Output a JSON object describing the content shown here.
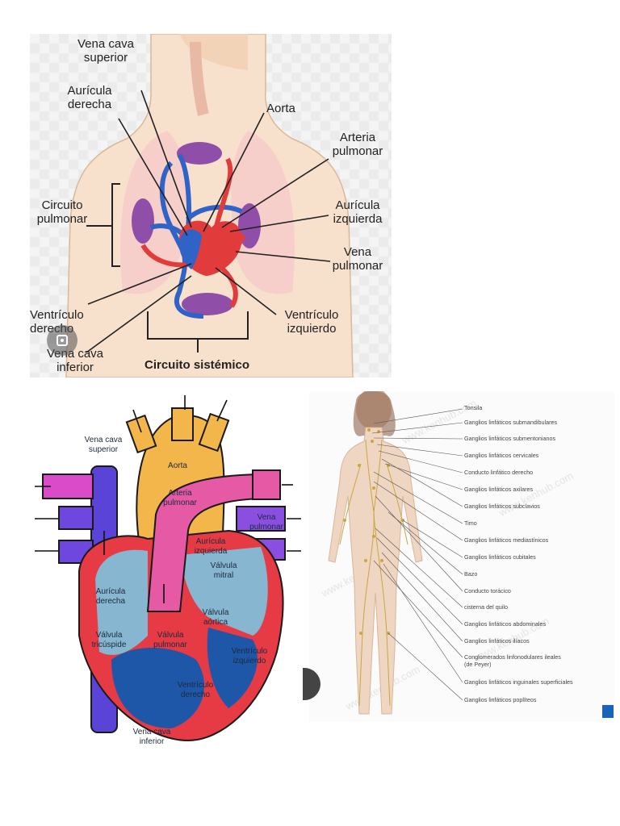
{
  "circulation": {
    "labels": {
      "vena_cava_superior": "Vena cava\nsuperior",
      "auricula_derecha": "Aurícula\nderecha",
      "aorta": "Aorta",
      "arteria_pulmonar": "Arteria\npulmonar",
      "circuito_pulmonar": "Circuito\npulmonar",
      "auricula_izquierda": "Aurícula\nizquierda",
      "vena_pulmonar": "Vena\npulmonar",
      "ventriculo_derecho": "Ventrículo\nderecho",
      "vena_cava_inferior": "Vena cava\ninferior",
      "ventriculo_izquierdo": "Ventrículo\nizquierdo",
      "circuito_sistemico": "Circuito sistémico"
    }
  },
  "heart": {
    "labels": {
      "vena_cava_superior": "Vena cava\nsuperior",
      "aorta": "Aorta",
      "arteria_pulmonar": "Arteria\npulmonar",
      "vena_pulmonar": "Vena\npulmonar",
      "auricula_izquierda": "Aurícula\nizquierda",
      "valvula_mitral": "Válvula\nmitral",
      "auricula_derecha": "Aurícula\nderecha",
      "valvula_aortica": "Válvula\naórtica",
      "valvula_tricuspide": "Válvula\ntricúspide",
      "valvula_pulmonar": "Válvula\npulmonar",
      "ventriculo_izquierdo": "Ventrículo\nizquierdo",
      "ventriculo_derecho": "Ventrículo\nderecho",
      "vena_cava_inferior": "Vena cava\ninferior"
    }
  },
  "lymphatic": {
    "labels": [
      "Tonsila",
      "Ganglios linfáticos submandibulares",
      "Ganglios linfáticos submentonianos",
      "Ganglios linfáticos cervicales",
      "Conducto linfático derecho",
      "Ganglios linfáticos axilares",
      "Ganglios linfáticos subclavios",
      "Timo",
      "Ganglios linfáticos mediastínicos",
      "Ganglios linfáticos cubitales",
      "Bazo",
      "Conducto torácico",
      "cisterna del quilo",
      "Ganglios linfáticos abdominales",
      "Ganglios linfáticos ilíacos",
      "Conglomerados linfonodulares ileales\n(de Peyer)",
      "Ganglios linfáticos inguinales superficiales",
      "Ganglios linfáticos poplíteos"
    ],
    "watermark": "www.kenhub.com"
  },
  "colors": {
    "vein_blue": "#2f63c8",
    "artery_red": "#e23b3b",
    "aorta_yellow": "#f3b64a",
    "pulmonary_pink": "#e65aa5",
    "pulmonary_vein_purple": "#8a4fe0",
    "chamber_blue": "#1f57a8",
    "skin": "#f3dcc7"
  }
}
